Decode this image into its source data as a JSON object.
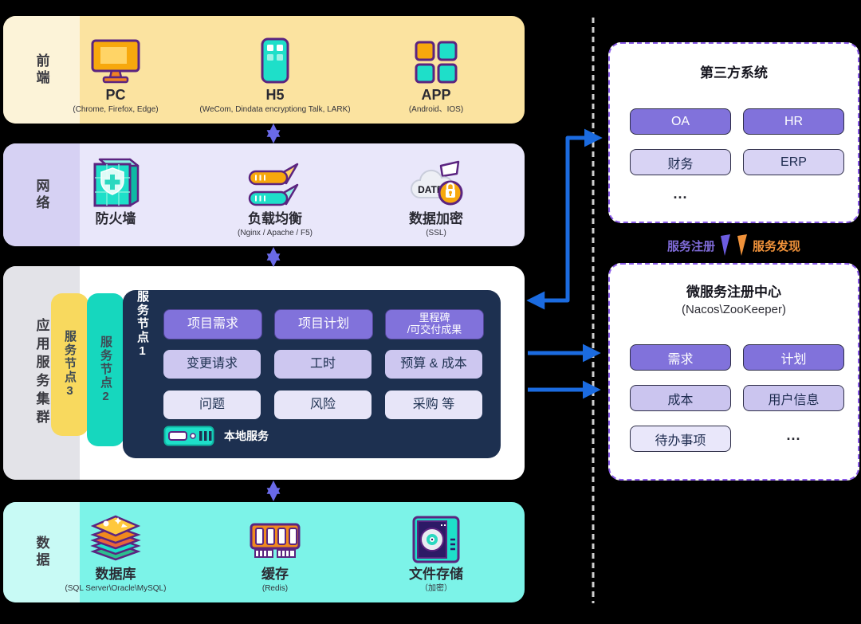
{
  "frontend": {
    "label": "前端",
    "items": [
      {
        "title": "PC",
        "subtitle": "(Chrome, Firefox, Edge)"
      },
      {
        "title": "H5",
        "subtitle": "(WeCom, Dindata encryptiong Talk, LARK)"
      },
      {
        "title": "APP",
        "subtitle": "(Android、IOS)"
      }
    ]
  },
  "network": {
    "label": "网络",
    "items": [
      {
        "title": "防火墙",
        "subtitle": ""
      },
      {
        "title": "负载均衡",
        "subtitle": "(Nginx / Apache / F5)"
      },
      {
        "title": "数据加密",
        "subtitle": "(SSL)",
        "icon_text": "DATE"
      }
    ]
  },
  "cluster": {
    "label": "应用服务集群",
    "nodes": [
      "服务节点3",
      "服务节点2",
      "服务节点1"
    ],
    "modules": [
      [
        "项目需求",
        "项目计划",
        "里程碑\n/可交付成果"
      ],
      [
        "变更请求",
        "工时",
        "预算 & 成本"
      ],
      [
        "问题",
        "风险",
        "采购 等"
      ]
    ],
    "local_service": "本地服务"
  },
  "data_layer": {
    "label": "数据",
    "items": [
      {
        "title": "数据库",
        "subtitle": "(SQL Server\\Oracle\\MySQL)"
      },
      {
        "title": "缓存",
        "subtitle": "(Redis)"
      },
      {
        "title": "文件存储",
        "subtitle": "（加密）"
      }
    ]
  },
  "third_party": {
    "title": "第三方系统",
    "buttons": [
      {
        "label": "OA",
        "variant": "solid"
      },
      {
        "label": "HR",
        "variant": "solid"
      },
      {
        "label": "财务",
        "variant": "light"
      },
      {
        "label": "ERP",
        "variant": "light"
      }
    ],
    "more": "..."
  },
  "registry_flow": {
    "register": "服务注册",
    "discover": "服务发现"
  },
  "registry": {
    "title": "微服务注册中心",
    "subtitle": "(Nacos\\ZooKeeper)",
    "buttons": [
      {
        "label": "需求",
        "variant": "solid"
      },
      {
        "label": "计划",
        "variant": "solid"
      },
      {
        "label": "成本",
        "variant": "medium"
      },
      {
        "label": "用户信息",
        "variant": "medium"
      },
      {
        "label": "待办事项",
        "variant": "lightest"
      }
    ],
    "more": "..."
  },
  "colors": {
    "accent_purple": "#8172DB",
    "arrow_blue": "#1B6BE0",
    "arrow_periwinkle": "#6A6AE8",
    "register_text": "#7F6BD8",
    "discover_text": "#F0923A",
    "node_dark": "#1D3050",
    "node_teal": "#16D7BE",
    "node_yellow": "#F8D95E"
  }
}
